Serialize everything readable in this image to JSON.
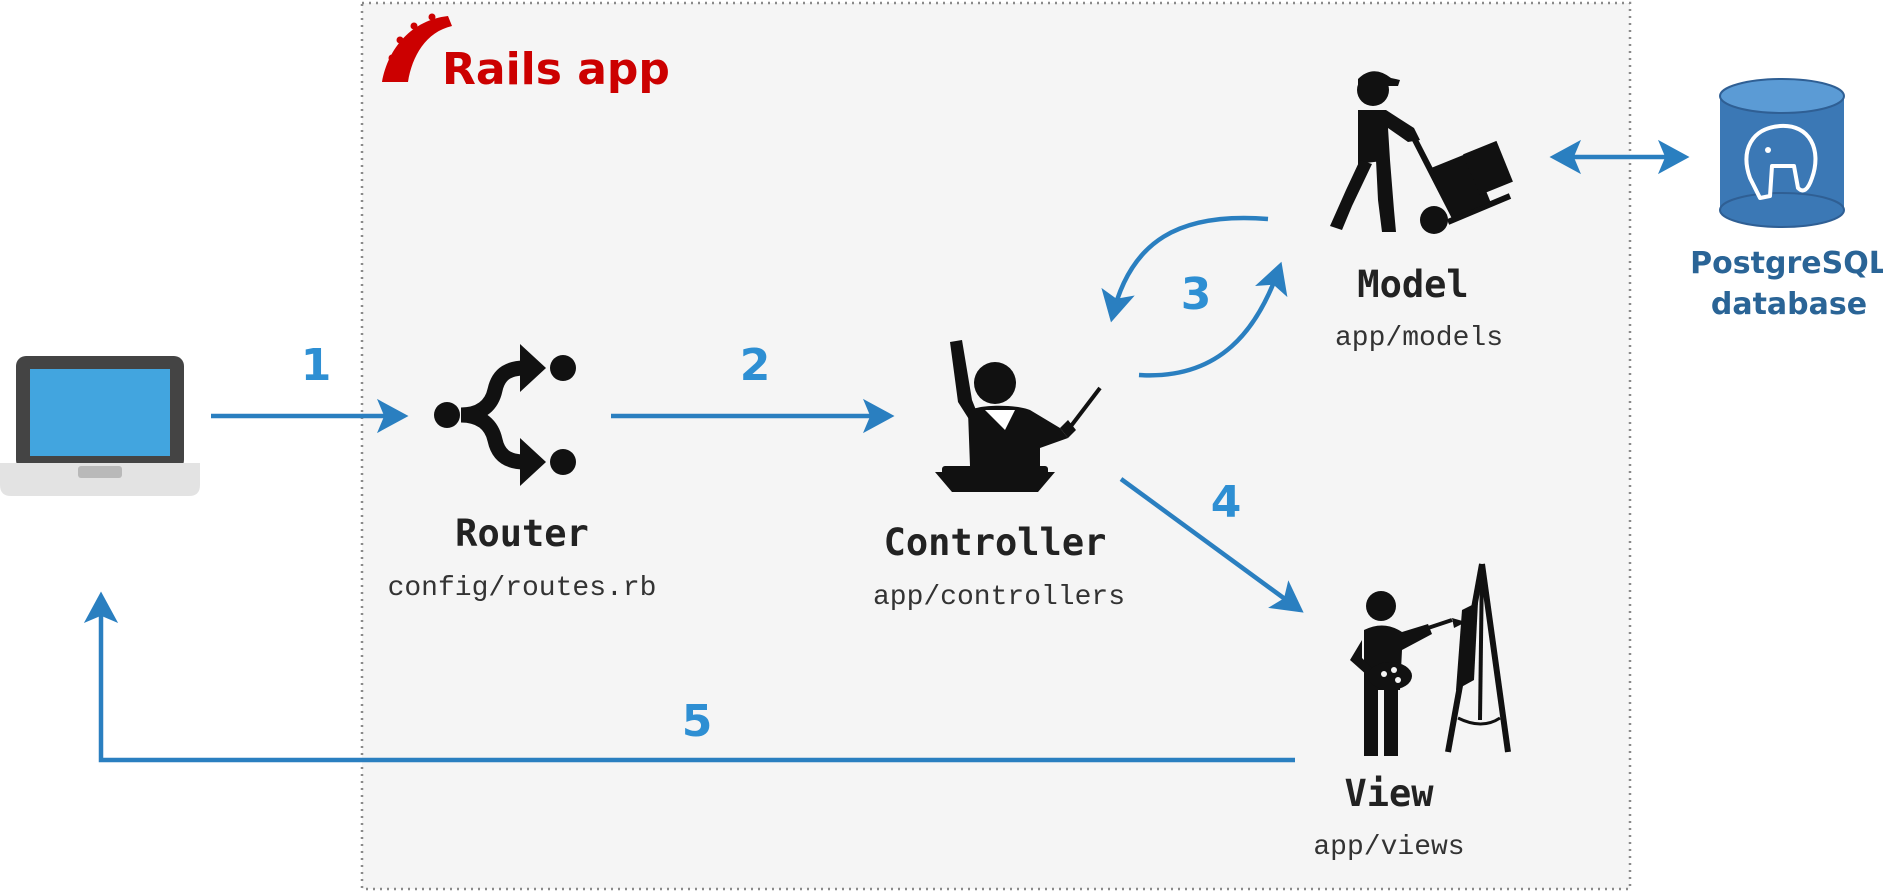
{
  "app": {
    "label": "Rails app"
  },
  "components": {
    "router": {
      "name": "Router",
      "path": "config/routes.rb"
    },
    "controller": {
      "name": "Controller",
      "path": "app/controllers"
    },
    "model": {
      "name": "Model",
      "path": "app/models"
    },
    "view": {
      "name": "View",
      "path": "app/views"
    }
  },
  "database": {
    "line1": "PostgreSQL",
    "line2": "database"
  },
  "steps": [
    "1",
    "2",
    "3",
    "4",
    "5"
  ],
  "colors": {
    "arrow": "#2a7fc0",
    "step_number": "#2e8fd3",
    "rails_red": "#cc0000",
    "container_bg": "#f5f5f5",
    "laptop_screen": "#42a5df",
    "db_blue": "#3b78b5"
  }
}
